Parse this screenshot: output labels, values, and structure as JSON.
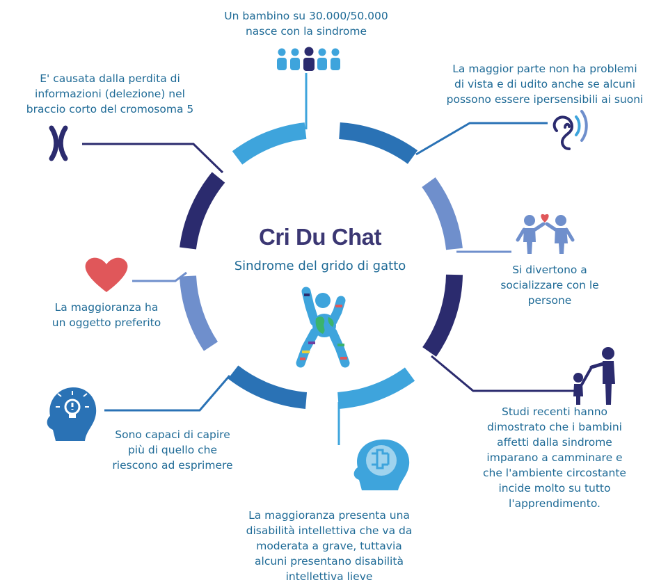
{
  "center": {
    "title": "Cri Du Chat",
    "subtitle": "Sindrome del grido di gatto"
  },
  "facts": {
    "incidence": "Un bambino su 30.000/50.000\nnasce con la sindrome",
    "cause": "E' causata dalla perdita di\ninformazioni (delezione) nel\nbraccio corto del cromosoma 5",
    "senses": "La maggior parte non ha problemi\ndi vista e di udito anche se alcuni\npossono essere ipersensibili ai suoni",
    "social": "Si divertono a\nsocializzare con le\npersone",
    "walking": "Studi recenti hanno\ndimostrato che i bambini\naffetti dalla sindrome\nimparano a camminare e\nche l'ambiente circostante\nincide molto su tutto\nl'apprendimento.",
    "intellectual": "La maggioranza presenta una\ndisabilità intellettiva che va da\nmoderata a grave, tuttavia\nalcuni presentano disabilità\nintellettiva lieve",
    "understanding": "Sono capaci di capire\npiù di quello che\nriescono ad esprimere",
    "favorite": "La maggioranza ha\nun oggetto preferito"
  },
  "icons": {
    "incidence": "people-row-icon",
    "cause": "chromosome-icon",
    "senses": "ear-icon",
    "social": "children-heart-icon",
    "walking": "parent-child-walking-icon",
    "intellectual": "brain-puzzle-icon",
    "understanding": "head-lightbulb-icon",
    "favorite": "heart-icon",
    "center": "chromosome-figure-globe-icon"
  },
  "colors": {
    "text": "#1e6a96",
    "title": "#3b3773",
    "navy": "#2b2b6e",
    "blue": "#2a72b5",
    "light_blue": "#3ea4dc",
    "periwinkle": "#6f8fcc",
    "heart": "#e0575a"
  }
}
